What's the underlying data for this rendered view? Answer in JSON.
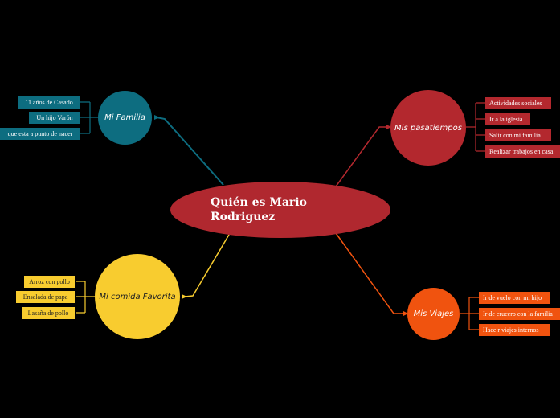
{
  "center": {
    "title": "Quién es Mario Rodriguez",
    "color": "#b0282f"
  },
  "branches": {
    "familia": {
      "label": "Mi Familia",
      "color": "#0d6d80",
      "items": [
        "11 años de Casado",
        "Un hijo Varón",
        "que esta a punto de nacer"
      ]
    },
    "pasatiempos": {
      "label": "Mis pasatiempos",
      "color": "#b3282e",
      "items": [
        "Actividades sociales",
        "Ir a la iglesia",
        "Salir con mi familia",
        "Realizar  trabajos en casa"
      ]
    },
    "comida": {
      "label": "Mi comida Favorita",
      "color": "#f8cc2f",
      "items": [
        "Arroz con pollo",
        "Ensalada de papa",
        "Lasaña de pollo"
      ]
    },
    "viajes": {
      "label": "Mis Viajes",
      "color": "#f0530f",
      "items": [
        "Ir de vuelo con mi hijo",
        "Ir de crucero con la familia",
        "Hace r viajes internos"
      ]
    }
  }
}
